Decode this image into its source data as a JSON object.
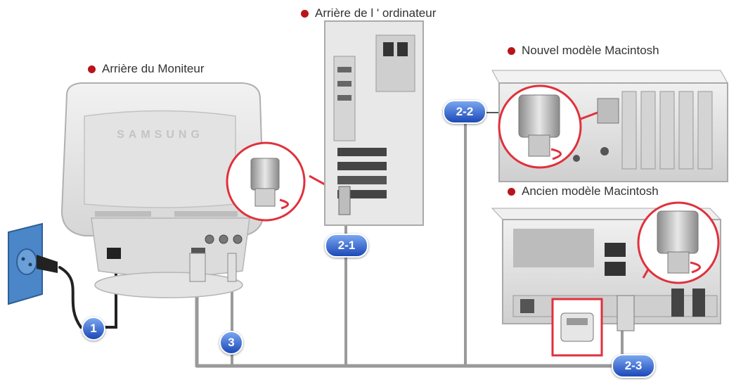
{
  "labels": {
    "monitor_back": "Arrière du Moniteur",
    "computer_back": "Arrière de l ' ordinateur",
    "new_mac": "Nouvel modèle Macintosh",
    "old_mac": "Ancien modèle Macintosh"
  },
  "monitor": {
    "brand_text": "SAMSUNG"
  },
  "steps": {
    "power": "1",
    "pc": "2-1",
    "new_mac": "2-2",
    "old_mac": "2-3",
    "audio": "3"
  },
  "colors": {
    "bullet": "#b8151a",
    "badge_light": "#5b8fe8",
    "badge_dark": "#1c49b8",
    "cable": "#9a9a9a",
    "callout_ring": "#e0313c",
    "device_body": "#e6e6e6",
    "device_panel": "#c9c9c9",
    "wall_socket": "#4a86c8"
  }
}
